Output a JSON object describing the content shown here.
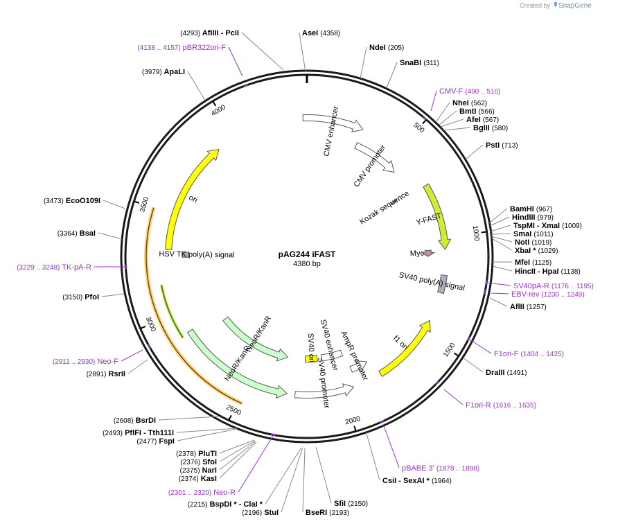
{
  "app": {
    "credit_prefix": "Created by",
    "credit_brand": "SnapGene"
  },
  "plasmid": {
    "name": "pAG244 iFAST",
    "size_label": "4380 bp",
    "length": 4380
  },
  "colors": {
    "backbone": "#1a1a1a",
    "primer": "#9933cc",
    "ori": "#ffff00",
    "yfast": "#ccee33",
    "neo": "#ccffcc",
    "amp": "#ffffff",
    "myc": "#cc88aa",
    "polyA": "#aab0b8",
    "orf_highlight": "#ffcc66",
    "orf_line": "#339900"
  },
  "ticks": [
    {
      "label": "500",
      "pos": 500
    },
    {
      "label": "1000",
      "pos": 1000
    },
    {
      "label": "1500",
      "pos": 1500
    },
    {
      "label": "2000",
      "pos": 2000
    },
    {
      "label": "2500",
      "pos": 2500
    },
    {
      "label": "3000",
      "pos": 3000
    },
    {
      "label": "3500",
      "pos": 3500
    },
    {
      "label": "4000",
      "pos": 4000
    }
  ],
  "features": [
    {
      "name": "ori",
      "start": 3320,
      "end": 3900,
      "strand": "+",
      "color": "#ffff00",
      "track": 1
    },
    {
      "name": "CMV enhancer",
      "start": 4360,
      "end": 290,
      "strand": "+",
      "color": "#ffffff",
      "track": 1
    },
    {
      "name": "CMV promoter",
      "start": 290,
      "end": 560,
      "strand": "+",
      "color": "#ffffff",
      "track": 2
    },
    {
      "name": "Kozak sequence",
      "start": 700,
      "end": 710,
      "strand": "none",
      "color": "#aaaaaa",
      "track": 3
    },
    {
      "name": "Y-FAST",
      "start": 720,
      "end": 1060,
      "strand": "+",
      "color": "#ccee33",
      "track": 1
    },
    {
      "name": "Myc",
      "start": 1060,
      "end": 1095,
      "strand": "+",
      "color": "#cc88aa",
      "track": 2
    },
    {
      "name": "SV40 poly(A) signal",
      "start": 1190,
      "end": 1280,
      "strand": "none",
      "color": "#aab0b8",
      "track": 1
    },
    {
      "name": "f1 ori",
      "start": 1430,
      "end": 1800,
      "strand": "-",
      "color": "#ffff00",
      "track": 1
    },
    {
      "name": "AmpR promoter",
      "start": 1830,
      "end": 1930,
      "strand": "-",
      "color": "#ffffff",
      "track": 2
    },
    {
      "name": "SV40 promoter",
      "start": 1950,
      "end": 2250,
      "strand": "-",
      "color": "#ffffff",
      "track": 1
    },
    {
      "name": "SV40 enhancer",
      "start": 1950,
      "end": 2090,
      "strand": "none",
      "color": "#ffffff",
      "track": 3
    },
    {
      "name": "SV40 ori",
      "start": 2120,
      "end": 2200,
      "strand": "none",
      "color": "#ffff00",
      "track": 3
    },
    {
      "name": "NeoR/KanR",
      "start": 2290,
      "end": 2890,
      "strand": "-",
      "color": "#ccffcc",
      "track": 1
    },
    {
      "name": "NeoR/KanR",
      "start": 2320,
      "end": 2830,
      "strand": "-",
      "color": "#ccffcc",
      "track": 3
    },
    {
      "name": "HSV TK poly(A) signal",
      "start": 3280,
      "end": 3310,
      "strand": "none",
      "color": "#aab0b8",
      "track": 2
    }
  ],
  "sites": [
    {
      "name": "AfIIII",
      "extra": "PciI",
      "pos": "(4293)",
      "side": "left"
    },
    {
      "name": "AseI",
      "extra": "",
      "pos": "(4358)",
      "side": "right"
    },
    {
      "name": "NdeI",
      "extra": "",
      "pos": "(205)",
      "side": "right"
    },
    {
      "name": "SnaBI",
      "extra": "",
      "pos": "(311)",
      "side": "right"
    },
    {
      "name": "NheI",
      "extra": "",
      "pos": "(562)",
      "side": "right"
    },
    {
      "name": "BmtI",
      "extra": "",
      "pos": "(566)",
      "side": "right"
    },
    {
      "name": "AfeI",
      "extra": "",
      "pos": "(567)",
      "side": "right"
    },
    {
      "name": "BglII",
      "extra": "",
      "pos": "(580)",
      "side": "right"
    },
    {
      "name": "PstI",
      "extra": "",
      "pos": "(713)",
      "side": "right"
    },
    {
      "name": "BamHI",
      "extra": "",
      "pos": "(967)",
      "side": "right"
    },
    {
      "name": "HindIII",
      "extra": "",
      "pos": "(979)",
      "side": "right"
    },
    {
      "name": "TspMI",
      "extra": "XmaI",
      "pos": "(1009)",
      "side": "right"
    },
    {
      "name": "SmaI",
      "extra": "",
      "pos": "(1011)",
      "side": "right"
    },
    {
      "name": "NotI",
      "extra": "",
      "pos": "(1019)",
      "side": "right"
    },
    {
      "name": "XbaI *",
      "extra": "",
      "pos": "(1029)",
      "side": "right"
    },
    {
      "name": "MfeI",
      "extra": "",
      "pos": "(1125)",
      "side": "right"
    },
    {
      "name": "HincII",
      "extra": "HpaI",
      "pos": "(1138)",
      "side": "right"
    },
    {
      "name": "AflII",
      "extra": "",
      "pos": "(1257)",
      "side": "right"
    },
    {
      "name": "DraIII",
      "extra": "",
      "pos": "(1491)",
      "side": "right"
    },
    {
      "name": "CsiI",
      "extra": "SexAI *",
      "pos": "(1964)",
      "side": "right"
    },
    {
      "name": "SfiI",
      "extra": "",
      "pos": "(2150)",
      "side": "right"
    },
    {
      "name": "BseRI",
      "extra": "",
      "pos": "(2193)",
      "side": "right"
    },
    {
      "name": "StuI",
      "extra": "",
      "pos": "(2196)",
      "side": "left"
    },
    {
      "name": "BspDI *",
      "extra": "ClaI *",
      "pos": "(2215)",
      "side": "left"
    },
    {
      "name": "KasI",
      "extra": "",
      "pos": "(2374)",
      "side": "left"
    },
    {
      "name": "NarI",
      "extra": "",
      "pos": "(2375)",
      "side": "left"
    },
    {
      "name": "SfoI",
      "extra": "",
      "pos": "(2376)",
      "side": "left"
    },
    {
      "name": "PluTI",
      "extra": "",
      "pos": "(2378)",
      "side": "left"
    },
    {
      "name": "FspI",
      "extra": "",
      "pos": "(2477)",
      "side": "left"
    },
    {
      "name": "PflFI",
      "extra": "Tth111I",
      "pos": "(2493)",
      "side": "left"
    },
    {
      "name": "BsrDI",
      "extra": "",
      "pos": "(2608)",
      "side": "left"
    },
    {
      "name": "RsrII",
      "extra": "",
      "pos": "(2891)",
      "side": "left"
    },
    {
      "name": "PfoI",
      "extra": "",
      "pos": "(3150)",
      "side": "left"
    },
    {
      "name": "BsaI",
      "extra": "",
      "pos": "(3364)",
      "side": "left"
    },
    {
      "name": "EcoO109I",
      "extra": "",
      "pos": "(3473)",
      "side": "left"
    },
    {
      "name": "ApaLI",
      "extra": "",
      "pos": "(3979)",
      "side": "left"
    }
  ],
  "primers": [
    {
      "name": "pBR322ori-F",
      "range": "(4138 .. 4157)",
      "side": "left"
    },
    {
      "name": "CMV-F",
      "range": "(490 .. 510)",
      "side": "right"
    },
    {
      "name": "SV40pA-R",
      "range": "(1176 .. 1195)",
      "side": "right"
    },
    {
      "name": "EBV-rev",
      "range": "(1230 .. 1249)",
      "side": "right"
    },
    {
      "name": "F1ori-F",
      "range": "(1404 .. 1425)",
      "side": "right"
    },
    {
      "name": "F1ori-R",
      "range": "(1616 .. 1635)",
      "side": "right"
    },
    {
      "name": "pBABE 3'",
      "range": "(1878 .. 1898)",
      "side": "right"
    },
    {
      "name": "Neo-R",
      "range": "(2301 .. 2320)",
      "side": "left"
    },
    {
      "name": "Neo-F",
      "range": "(2911 .. 2930)",
      "side": "left"
    },
    {
      "name": "TK-pA-R",
      "range": "(3229 .. 3248)",
      "side": "left"
    }
  ]
}
